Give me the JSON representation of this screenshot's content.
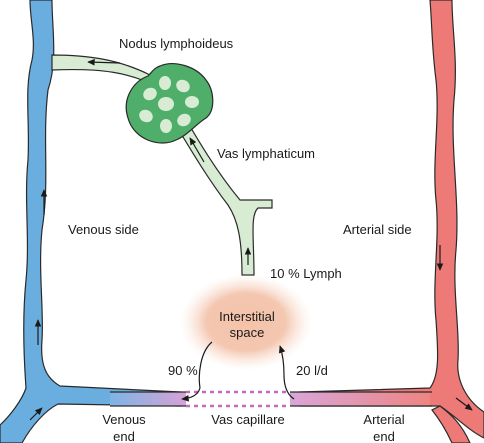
{
  "labels": {
    "lymph_node": "Nodus lymphoideus",
    "lymph_vessel": "Vas lymphaticum",
    "venous_side": "Venous side",
    "arterial_side": "Arterial side",
    "lymph_fraction": "10 % Lymph",
    "interstitial_line1": "Interstitial",
    "interstitial_line2": "space",
    "reabsorption": "90 %",
    "filtration": "20 l/d",
    "venous_end_line1": "Venous",
    "venous_end_line2": "end",
    "capillary": "Vas capillare",
    "arterial_end_line1": "Arterial",
    "arterial_end_line2": "end"
  },
  "colors": {
    "vein": "#6aaee0",
    "artery": "#ee7a78",
    "lymph_vessel": "#d8ecd4",
    "lymph_node": "#4fae6a",
    "interstitial": "#f2b89c",
    "capillary": "#cfa0cf"
  }
}
